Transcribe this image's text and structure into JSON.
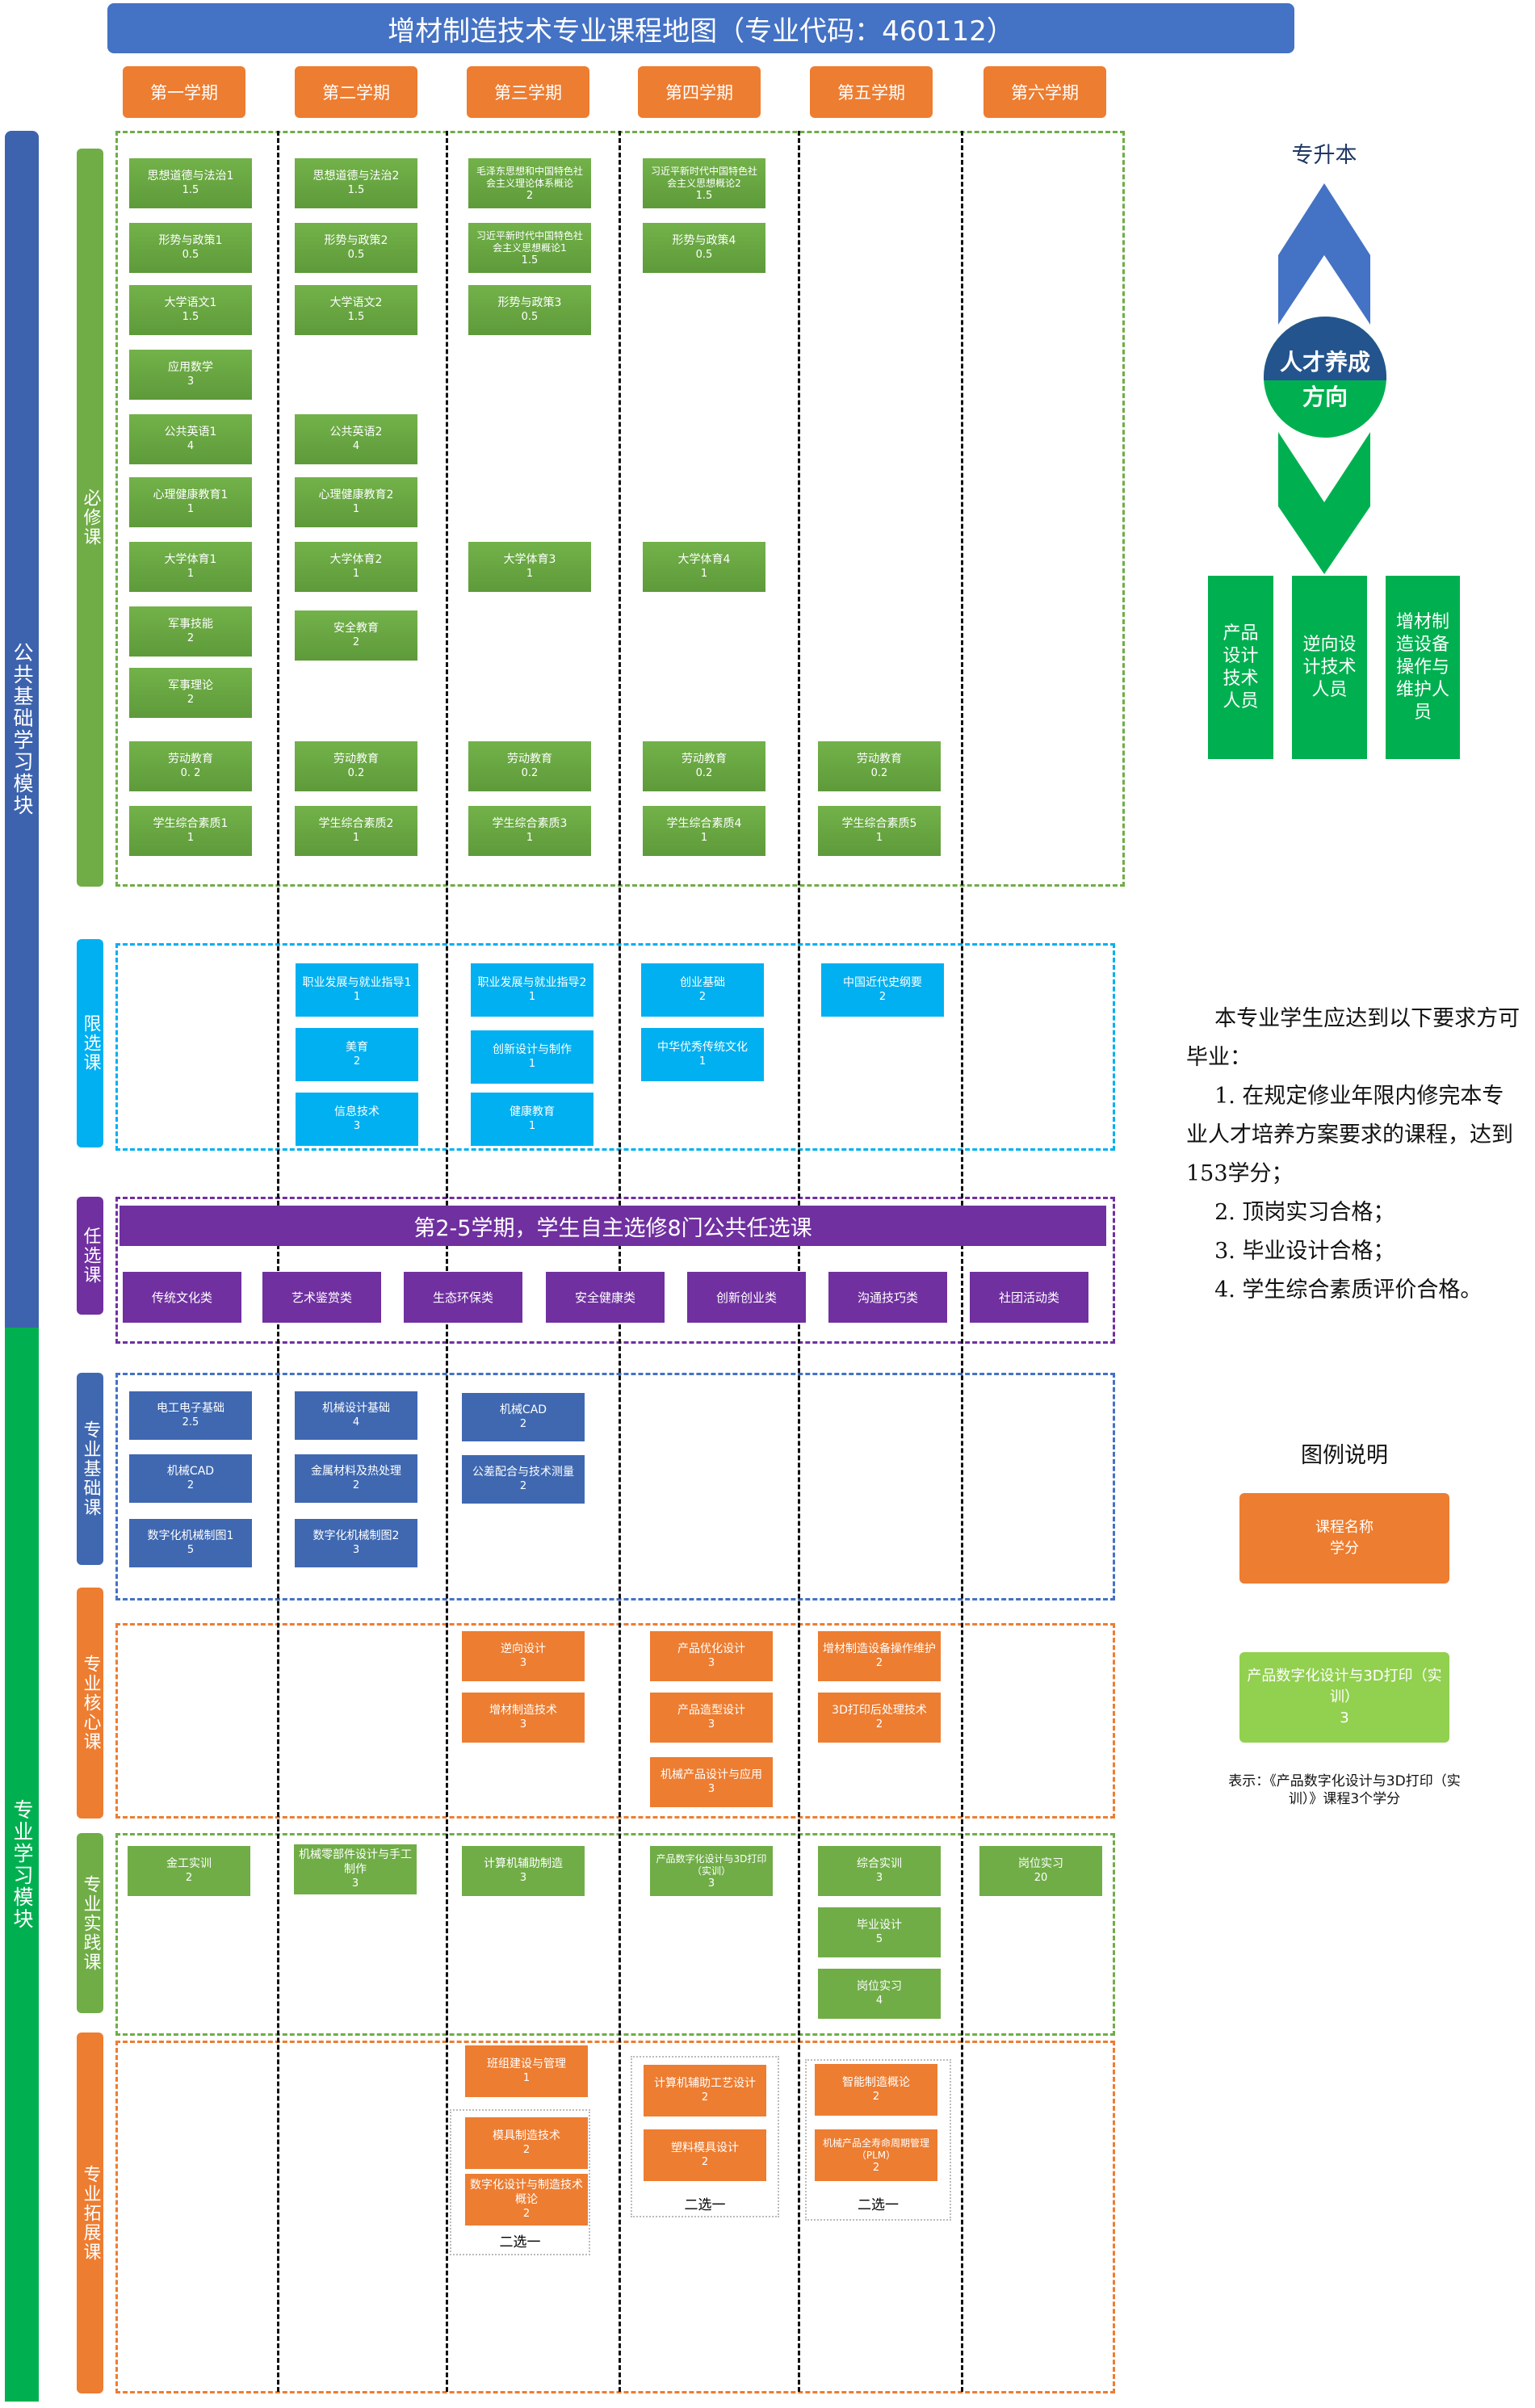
{
  "title": "增材制造技术专业课程地图（专业代码：460112）",
  "semesters": [
    "第一学期",
    "第二学期",
    "第三学期",
    "第四学期",
    "第五学期",
    "第六学期"
  ],
  "modules": {
    "public": "公共基础学习模块",
    "professional": "专业学习模块"
  },
  "sections": {
    "required": {
      "label": "必修课",
      "columns": [
        [
          {
            "name": "思想道德与法治1",
            "credit": "1.5"
          },
          {
            "name": "形势与政策1",
            "credit": "0.5"
          },
          {
            "name": "大学语文1",
            "credit": "1.5"
          },
          {
            "name": "应用数学",
            "credit": "3"
          },
          {
            "name": "公共英语1",
            "credit": "4"
          },
          {
            "name": "心理健康教育1",
            "credit": "1"
          },
          {
            "name": "大学体育1",
            "credit": "1"
          },
          {
            "name": "军事技能",
            "credit": "2"
          },
          {
            "name": "军事理论",
            "credit": "2"
          },
          {
            "name": "劳动教育",
            "credit": "0. 2"
          },
          {
            "name": "学生综合素质1",
            "credit": "1"
          }
        ],
        [
          {
            "name": "思想道德与法治2",
            "credit": "1.5"
          },
          {
            "name": "形势与政策2",
            "credit": "0.5"
          },
          {
            "name": "大学语文2",
            "credit": "1.5"
          },
          {
            "name": "公共英语2",
            "credit": "4"
          },
          {
            "name": "心理健康教育2",
            "credit": "1"
          },
          {
            "name": "大学体育2",
            "credit": "1"
          },
          {
            "name": "安全教育",
            "credit": "2"
          },
          {
            "name": "劳动教育",
            "credit": "0.2"
          },
          {
            "name": "学生综合素质2",
            "credit": "1"
          }
        ],
        [
          {
            "name": "毛泽东思想和中国特色社会主义理论体系概论",
            "credit": "2"
          },
          {
            "name": "习近平新时代中国特色社会主义思想概论1",
            "credit": "1.5"
          },
          {
            "name": "形势与政策3",
            "credit": "0.5"
          },
          {
            "name": "大学体育3",
            "credit": "1"
          },
          {
            "name": "劳动教育",
            "credit": "0.2"
          },
          {
            "name": "学生综合素质3",
            "credit": "1"
          }
        ],
        [
          {
            "name": "习近平新时代中国特色社会主义思想概论2",
            "credit": "1.5"
          },
          {
            "name": "形势与政策4",
            "credit": "0.5"
          },
          {
            "name": "大学体育4",
            "credit": "1"
          },
          {
            "name": "劳动教育",
            "credit": "0.2"
          },
          {
            "name": "学生综合素质4",
            "credit": "1"
          }
        ],
        [
          {
            "name": "劳动教育",
            "credit": "0.2"
          },
          {
            "name": "学生综合素质5",
            "credit": "1"
          }
        ]
      ]
    },
    "limited": {
      "label": "限选课",
      "columns": [
        [],
        [
          {
            "name": "职业发展与就业指导1",
            "credit": "1"
          },
          {
            "name": "美育",
            "credit": "2"
          },
          {
            "name": "信息技术",
            "credit": "3"
          }
        ],
        [
          {
            "name": "职业发展与就业指导2",
            "credit": "1"
          },
          {
            "name": "创新设计与制作",
            "credit": "1"
          },
          {
            "name": "健康教育",
            "credit": "1"
          }
        ],
        [
          {
            "name": "创业基础",
            "credit": "2"
          },
          {
            "name": "中华优秀传统文化",
            "credit": "1"
          }
        ],
        [
          {
            "name": "中国近代史纲要",
            "credit": "2"
          }
        ]
      ]
    },
    "elective": {
      "label": "任选课",
      "banner": "第2-5学期，学生自主选修8门公共任选课",
      "categories": [
        "传统文化类",
        "艺术鉴赏类",
        "生态环保类",
        "安全健康类",
        "创新创业类",
        "沟通技巧类",
        "社团活动类"
      ]
    },
    "foundation": {
      "label": "专业基础课",
      "columns": [
        [
          {
            "name": "电工电子基础",
            "credit": "2.5"
          },
          {
            "name": "机械CAD",
            "credit": "2"
          },
          {
            "name": "数字化机械制图1",
            "credit": "5"
          }
        ],
        [
          {
            "name": "机械设计基础",
            "credit": "4"
          },
          {
            "name": "金属材料及热处理",
            "credit": "2"
          },
          {
            "name": "数字化机械制图2",
            "credit": "3"
          }
        ],
        [
          {
            "name": "机械CAD",
            "credit": "2"
          },
          {
            "name": "公差配合与技术测量",
            "credit": "2"
          }
        ]
      ]
    },
    "core": {
      "label": "专业核心课",
      "columns": [
        [],
        [],
        [
          {
            "name": "逆向设计",
            "credit": "3"
          },
          {
            "name": "增材制造技术",
            "credit": "3"
          }
        ],
        [
          {
            "name": "产品优化设计",
            "credit": "3"
          },
          {
            "name": "产品造型设计",
            "credit": "3"
          },
          {
            "name": "机械产品设计与应用",
            "credit": "3"
          }
        ],
        [
          {
            "name": "增材制造设备操作维护",
            "credit": "2"
          },
          {
            "name": "3D打印后处理技术",
            "credit": "2"
          }
        ]
      ]
    },
    "practice": {
      "label": "专业实践课",
      "columns": [
        [
          {
            "name": "金工实训",
            "credit": "2"
          }
        ],
        [
          {
            "name": "机械零部件设计与手工制作",
            "credit": "3"
          }
        ],
        [
          {
            "name": "计算机辅助制造",
            "credit": "3"
          }
        ],
        [
          {
            "name": "产品数字化设计与3D打印（实训）",
            "credit": "3"
          }
        ],
        [
          {
            "name": "综合实训",
            "credit": "3"
          },
          {
            "name": "毕业设计",
            "credit": "5"
          },
          {
            "name": "岗位实习",
            "credit": "4"
          }
        ],
        [
          {
            "name": "岗位实习",
            "credit": "20"
          }
        ]
      ]
    },
    "extension": {
      "label": "专业拓展课",
      "columns": [
        [],
        [],
        [
          {
            "name": "班组建设与管理",
            "credit": "1"
          },
          {
            "name": "模具制造技术",
            "credit": "2"
          },
          {
            "name": "数字化设计与制造技术概论",
            "credit": "2"
          }
        ],
        [
          {
            "name": "计算机辅助工艺设计",
            "credit": "2"
          },
          {
            "name": "塑料模具设计",
            "credit": "2"
          }
        ],
        [
          {
            "name": "智能制造概论",
            "credit": "2"
          },
          {
            "name": "机械产品全寿命周期管理（PLM）",
            "credit": "2"
          }
        ]
      ],
      "choose_one": "二选一"
    }
  },
  "direction": {
    "upgrade": "专升本",
    "center_top": "人才养成",
    "center_bottom": "方向",
    "roles": [
      "产品设计技术人员",
      "逆向设计技术人员",
      "增材制造设备操作与维护人员"
    ]
  },
  "requirements": {
    "intro": "本专业学生应达到以下要求方可毕业：",
    "items": [
      "1. 在规定修业年限内修完本专业人才培养方案要求的课程，达到153学分；",
      "2. 顶岗实习合格；",
      "3. 毕业设计合格；",
      "4. 学生综合素质评价合格。"
    ]
  },
  "legend": {
    "title": "图例说明",
    "sample_name": "课程名称",
    "sample_credit": "学分",
    "example_name": "产品数字化设计与3D打印（实训）",
    "example_credit": "3",
    "caption": "表示：《产品数字化设计与3D打印（实训）》课程3个学分"
  },
  "colors": {
    "required": "#70ad47",
    "limited": "#00b0f0",
    "elective": "#7030a0",
    "foundation": "#4472c4",
    "core": "#ed7d31",
    "practice": "#70ad47",
    "extension": "#ed7d31"
  }
}
